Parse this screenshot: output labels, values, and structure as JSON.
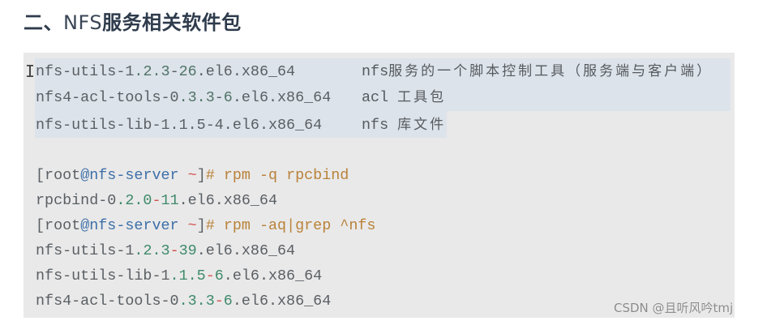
{
  "heading": {
    "prefix": "二、",
    "nfs": "NFS",
    "suffix": "服务相关软件包"
  },
  "package_table": [
    {
      "name": "nfs-utils-1.2.3-26.el6.x86_64",
      "name_parts": [
        "nfs-utils-1",
        ".2.3",
        "-",
        "26",
        ".el6.x86_64"
      ],
      "desc_prefix": "nfs",
      "desc_cjk": "服务的一个脚本控制工具（服务端与客户端）"
    },
    {
      "name": "nfs4-acl-tools-0.3.3-6.el6.x86_64",
      "name_parts": [
        "nfs4-acl-tools-0",
        ".3.3",
        "-",
        "6",
        ".el6.x86_64"
      ],
      "desc_prefix": "acl ",
      "desc_cjk": "工具包"
    },
    {
      "name": "nfs-utils-lib-1.1.5-4.el6.x86_64",
      "name_parts": [
        "nfs-utils-lib-1",
        ".1.5",
        "-",
        "4",
        ".el6.x86_64"
      ],
      "desc_prefix": "nfs ",
      "desc_cjk": "库文件"
    }
  ],
  "terminal": {
    "prompt": {
      "open": "[root",
      "host": "@nfs-server",
      "space": " ",
      "tilde": "~",
      "close": "]",
      "hash": "#"
    },
    "commands": [
      {
        "cmd": " rpm -q rpcbind"
      },
      {
        "cmd": " rpm -aq|grep ^nfs"
      }
    ],
    "outputs": {
      "rpcbind": {
        "text": "rpcbind-0.2.0-11.el6.x86_64",
        "parts": [
          "rpcbind-0",
          ".2.0",
          "-",
          "11",
          ".el6.x86_64"
        ]
      },
      "nfs_packages": [
        {
          "text": "nfs-utils-1.2.3-39.el6.x86_64",
          "parts": [
            "nfs-utils-1",
            ".2.3",
            "-",
            "39",
            ".el6.x86_64"
          ]
        },
        {
          "text": "nfs-utils-lib-1.1.5-6.el6.x86_64",
          "parts": [
            "nfs-utils-lib-1",
            ".1.5",
            "-",
            "6",
            ".el6.x86_64"
          ]
        },
        {
          "text": "nfs4-acl-tools-0.3.3-6.el6.x86_64",
          "parts": [
            "nfs4-acl-tools-0",
            ".3.3",
            "-",
            "6",
            ".el6.x86_64"
          ]
        }
      ]
    }
  },
  "watermark": "CSDN @且听风吟tmj",
  "colors": {
    "heading": "#2e3b4c",
    "code_bg": "#e9e9e9",
    "selection": "#dde3ea",
    "text": "#555a5f",
    "host_blue": "#3d6fa8",
    "tilde_red": "#d2544e",
    "command_orange": "#b9823a",
    "number_green": "#3f8a6a"
  },
  "cursor_icon": "text-cursor-ibeam"
}
